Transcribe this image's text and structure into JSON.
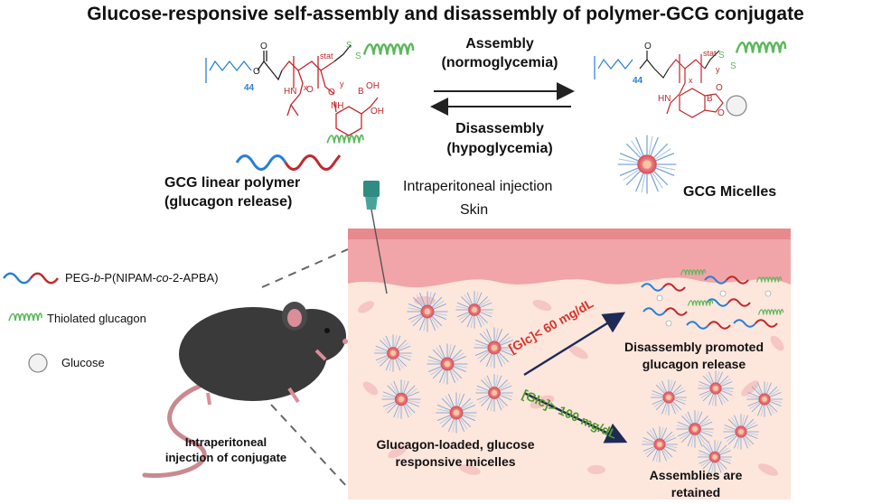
{
  "title": "Glucose-responsive self-assembly and disassembly of polymer-GCG conjugate",
  "arrows": {
    "assembly_line1": "Assembly",
    "assembly_line2": "(normoglycemia)",
    "disassembly_line1": "Disassembly",
    "disassembly_line2": "(hypoglycemia)"
  },
  "chem": {
    "peg_n": "44",
    "stat": "stat",
    "x": "x",
    "y": "y",
    "s": "S",
    "hn": "HN",
    "nh": "NH",
    "o": "O",
    "b": "B",
    "oh": "OH"
  },
  "labels": {
    "linear_line1": "GCG linear polymer",
    "linear_line2": "(glucagon release)",
    "micelles": "GCG Micelles",
    "injection": "Intraperitoneal injection",
    "skin": "Skin"
  },
  "legend": {
    "peg_prefix": "PEG-",
    "peg_b": "b",
    "peg_mid": "-P(NIPAM-",
    "peg_co": "co",
    "peg_suffix": "-2-APBA)",
    "thiolated": "Thiolated glucagon",
    "glucose": "Glucose"
  },
  "tissue": {
    "low_glc": "[Glc]< 60 mg/dL",
    "high_glc": "[Glc]> 100 mg/dL",
    "disassembly_line1": "Disassembly promoted",
    "disassembly_line2": "glucagon release",
    "loaded_line1": "Glucagon-loaded, glucose",
    "loaded_line2": "responsive micelles",
    "retained_line1": "Assemblies are",
    "retained_line2": "retained"
  },
  "mouse": {
    "caption_line1": "Intraperitoneal",
    "caption_line2": "injection of conjugate"
  },
  "colors": {
    "peg_blue": "#2a7fd4",
    "polymer_red": "#c0282c",
    "glucagon_green": "#5cb85c",
    "skin_pink": "#f1a5a8",
    "tissue": "#fde6dc",
    "low_glc_text": "#d9342b",
    "high_glc_text": "#4e9a2a"
  }
}
